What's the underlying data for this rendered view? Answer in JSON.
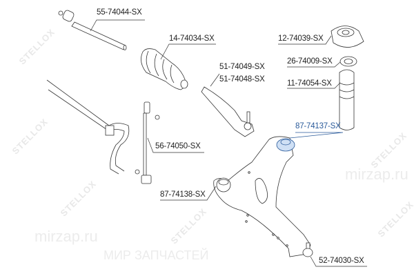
{
  "parts": [
    {
      "id": "p1",
      "label": "55-74044-SX",
      "name": "tie-rod"
    },
    {
      "id": "p2",
      "label": "14-74034-SX",
      "name": "steering-boot"
    },
    {
      "id": "p3",
      "label": "12-74039-SX",
      "name": "strut-mount"
    },
    {
      "id": "p4",
      "label": "26-74009-SX",
      "name": "strut-bearing"
    },
    {
      "id": "p5",
      "label": "51-74049-SX",
      "name": "tie-rod-end-a"
    },
    {
      "id": "p6",
      "label": "51-74048-SX",
      "name": "tie-rod-end-b"
    },
    {
      "id": "p7",
      "label": "11-74054-SX",
      "name": "bump-stop"
    },
    {
      "id": "p8",
      "label": "87-74137-SX",
      "name": "control-arm-bushing-rear"
    },
    {
      "id": "p9",
      "label": "56-74050-SX",
      "name": "stabilizer-link"
    },
    {
      "id": "p10",
      "label": "87-74138-SX",
      "name": "control-arm-bushing-front"
    },
    {
      "id": "p11",
      "label": "52-74030-SX",
      "name": "ball-joint"
    }
  ],
  "watermark": {
    "brand": "STELLOX",
    "site": "mirzap.ru",
    "text": "МИР ЗАПЧАСТЕЙ"
  },
  "colors": {
    "highlight": "#2a5a9a",
    "line": "#333333"
  }
}
